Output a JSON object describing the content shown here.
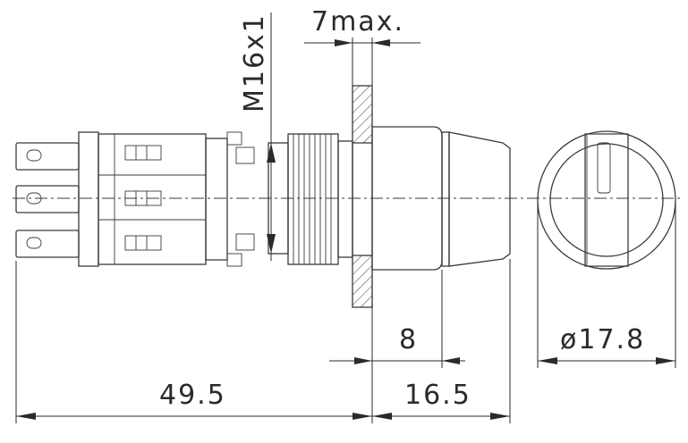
{
  "dimensions": {
    "thread": "M16x1",
    "panel_thickness": "7max.",
    "button_protrusion": "8",
    "diameter": "ø17.8",
    "body_length": "49.5",
    "front_length": "16.5"
  }
}
